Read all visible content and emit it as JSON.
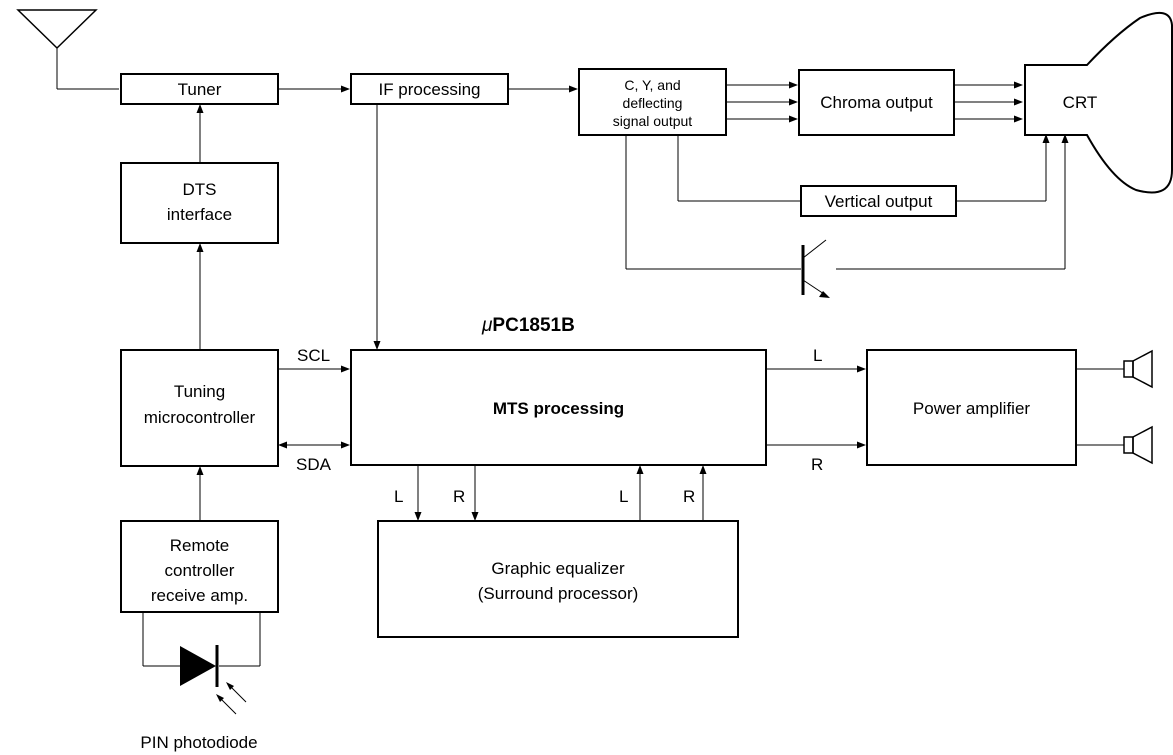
{
  "blocks": {
    "tuner": "Tuner",
    "if_processing": "IF processing",
    "cy_deflect": [
      "C, Y, and",
      "deflecting",
      "signal output"
    ],
    "chroma_output": "Chroma output",
    "crt": "CRT",
    "dts_interface": [
      "DTS",
      "interface"
    ],
    "vertical_output": "Vertical output",
    "tuning_micro": [
      "Tuning",
      "microcontroller"
    ],
    "mts_processing": "MTS processing",
    "power_amplifier": "Power amplifier",
    "remote_amp": [
      "Remote",
      "controller",
      "receive amp."
    ],
    "graphic_equalizer": [
      "Graphic equalizer",
      "(Surround processor)"
    ]
  },
  "chip": {
    "prefix": "μ",
    "name": "PC1851B"
  },
  "signals": {
    "scl": "SCL",
    "sda": "SDA",
    "out_l": "L",
    "out_r": "R",
    "eq_in_l": "L",
    "eq_in_r": "R",
    "eq_out_l": "L",
    "eq_out_r": "R"
  },
  "photodiode_label": "PIN photodiode"
}
